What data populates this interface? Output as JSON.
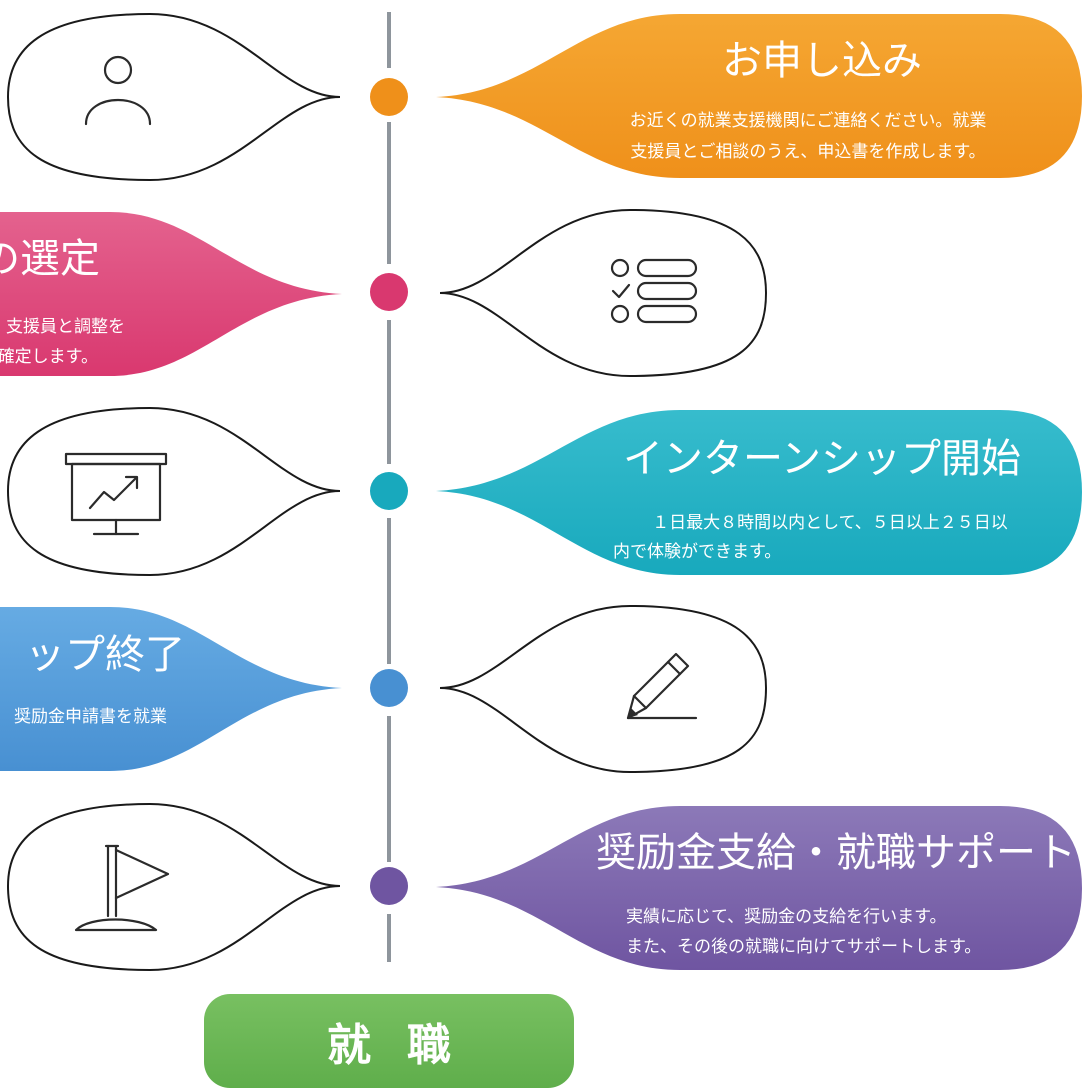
{
  "steps": [
    {
      "title": "お申し込み",
      "desc1": "お近くの就業支援機関にご連絡ください。就業",
      "desc2": "支援員とご相談のうえ、申込書を作成します。",
      "color_top": "#f5a733",
      "color_bottom": "#ef901a",
      "icon": "person-icon"
    },
    {
      "title": "の選定",
      "desc1": "支援員と調整を",
      "desc2": "確定します。",
      "color_top": "#e4628e",
      "color_bottom": "#d9386f",
      "icon": "checklist-icon"
    },
    {
      "title": "インターンシップ開始",
      "desc1": "１日最大８時間以内として、５日以上２５日以",
      "desc2": "内で体験ができます。",
      "color_top": "#37bccd",
      "color_bottom": "#18a9bd",
      "icon": "chart-presentation-icon"
    },
    {
      "title": "ップ終了",
      "desc1": "奨励金申請書を就業",
      "desc2": "",
      "color_top": "#66abe3",
      "color_bottom": "#4890d2",
      "icon": "pencil-icon"
    },
    {
      "title": "奨励金支給・就職サポート",
      "desc1": "実績に応じて、奨励金の支給を行います。",
      "desc2": "また、その後の就職に向けてサポートします。",
      "color_top": "#8c79b8",
      "color_bottom": "#6f55a1",
      "icon": "flag-icon"
    }
  ],
  "finish": {
    "label": "就職",
    "color": "#6db755"
  },
  "timeline_color": "#8e959c"
}
